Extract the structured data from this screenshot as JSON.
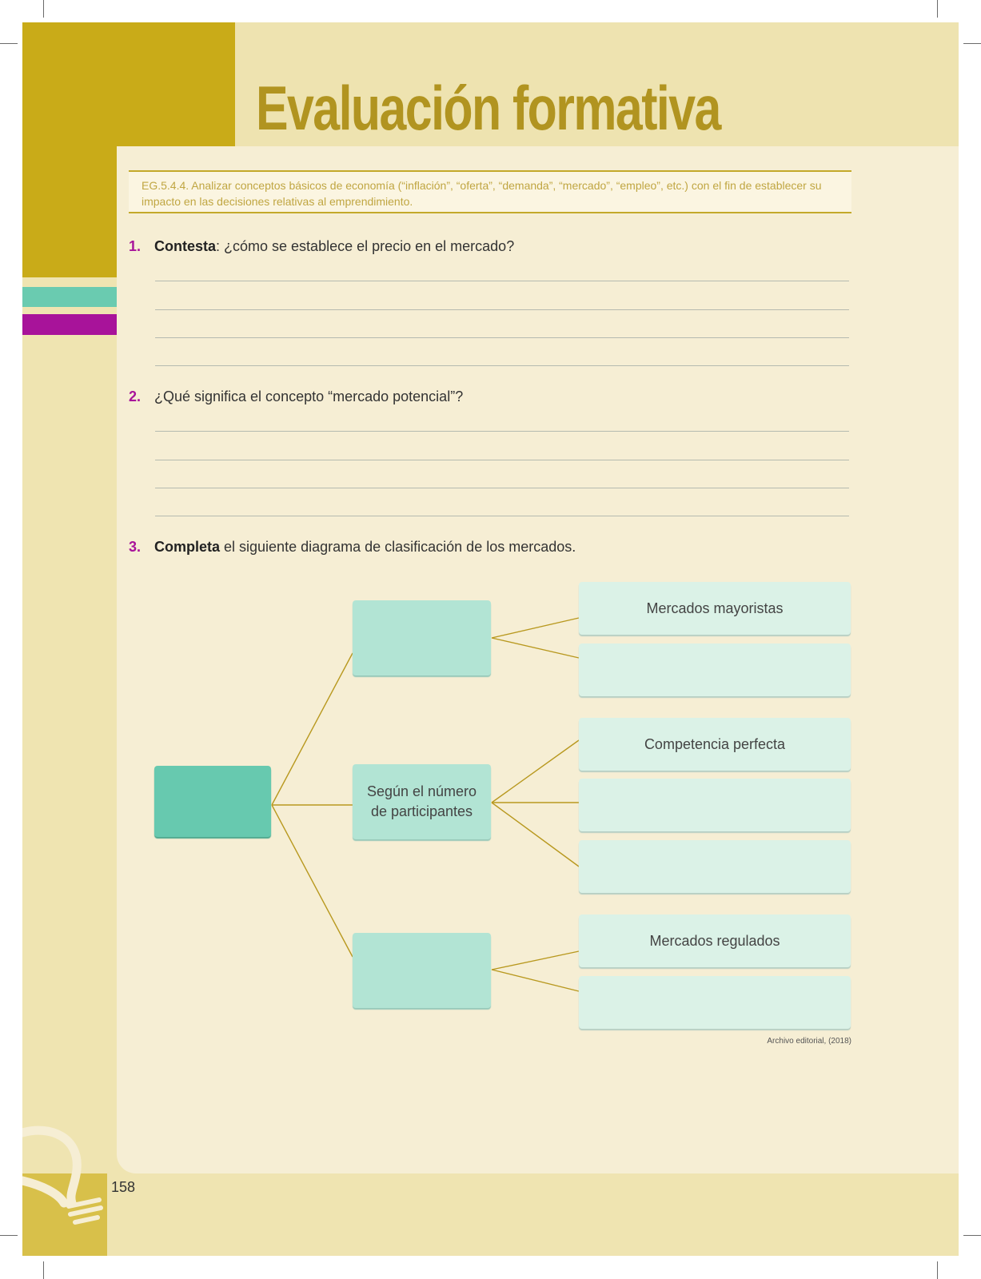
{
  "header": {
    "title": "Evaluación formativa"
  },
  "objective": {
    "text": "EG.5.4.4. Analizar conceptos básicos de economía (“inflación”, “oferta”, “demanda”, “mercado”, “empleo”, etc.) con el fin de establecer su impacto en las decisiones relativas al emprendimiento."
  },
  "questions": [
    {
      "number": "1.",
      "bold": "Contesta",
      "text": ": ¿cómo se establece el precio en el mercado?"
    },
    {
      "number": "2.",
      "bold": "",
      "text": "¿Qué significa el concepto “mercado potencial”?"
    },
    {
      "number": "3.",
      "bold": "Completa",
      "text": " el siguiente diagrama de clasificación de los mercados."
    }
  ],
  "diagram": {
    "root": "",
    "branches": [
      {
        "label": "",
        "leaves": [
          "Mercados mayoristas",
          ""
        ]
      },
      {
        "label": "Según el número de participantes",
        "leaves": [
          "Competencia perfecta",
          "",
          ""
        ]
      },
      {
        "label": "",
        "leaves": [
          "Mercados regulados",
          ""
        ]
      }
    ],
    "credit": "Archivo editorial, (2018)"
  },
  "footer": {
    "page_number": "158"
  },
  "colors": {
    "gold": "#c9ab18",
    "teal": "#67c9af",
    "magenta": "#a8139a",
    "panel": "#f6eed4"
  }
}
